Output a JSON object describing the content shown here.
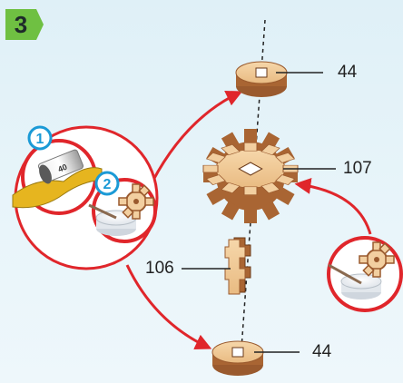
{
  "step": {
    "number": "3"
  },
  "labels": {
    "top_spacer": "44",
    "large_gear": "107",
    "connector": "106",
    "bottom_spacer": "44"
  },
  "callouts": {
    "sandpaper_step": "1",
    "glue_step": "2",
    "sandpaper_grit": "40"
  },
  "icons": [
    "sandpaper-icon",
    "glue-bowl-icon",
    "brush-icon",
    "gear-icon",
    "spacer-disc-icon",
    "connector-piece-icon"
  ],
  "colors": {
    "background": "#e3f2f8",
    "accent_red": "#e0262b",
    "badge_green": "#6fc042",
    "callout_blue": "#1b9ad6",
    "wood_light": "#f2cfa0",
    "wood_dark": "#9a5a2e"
  }
}
